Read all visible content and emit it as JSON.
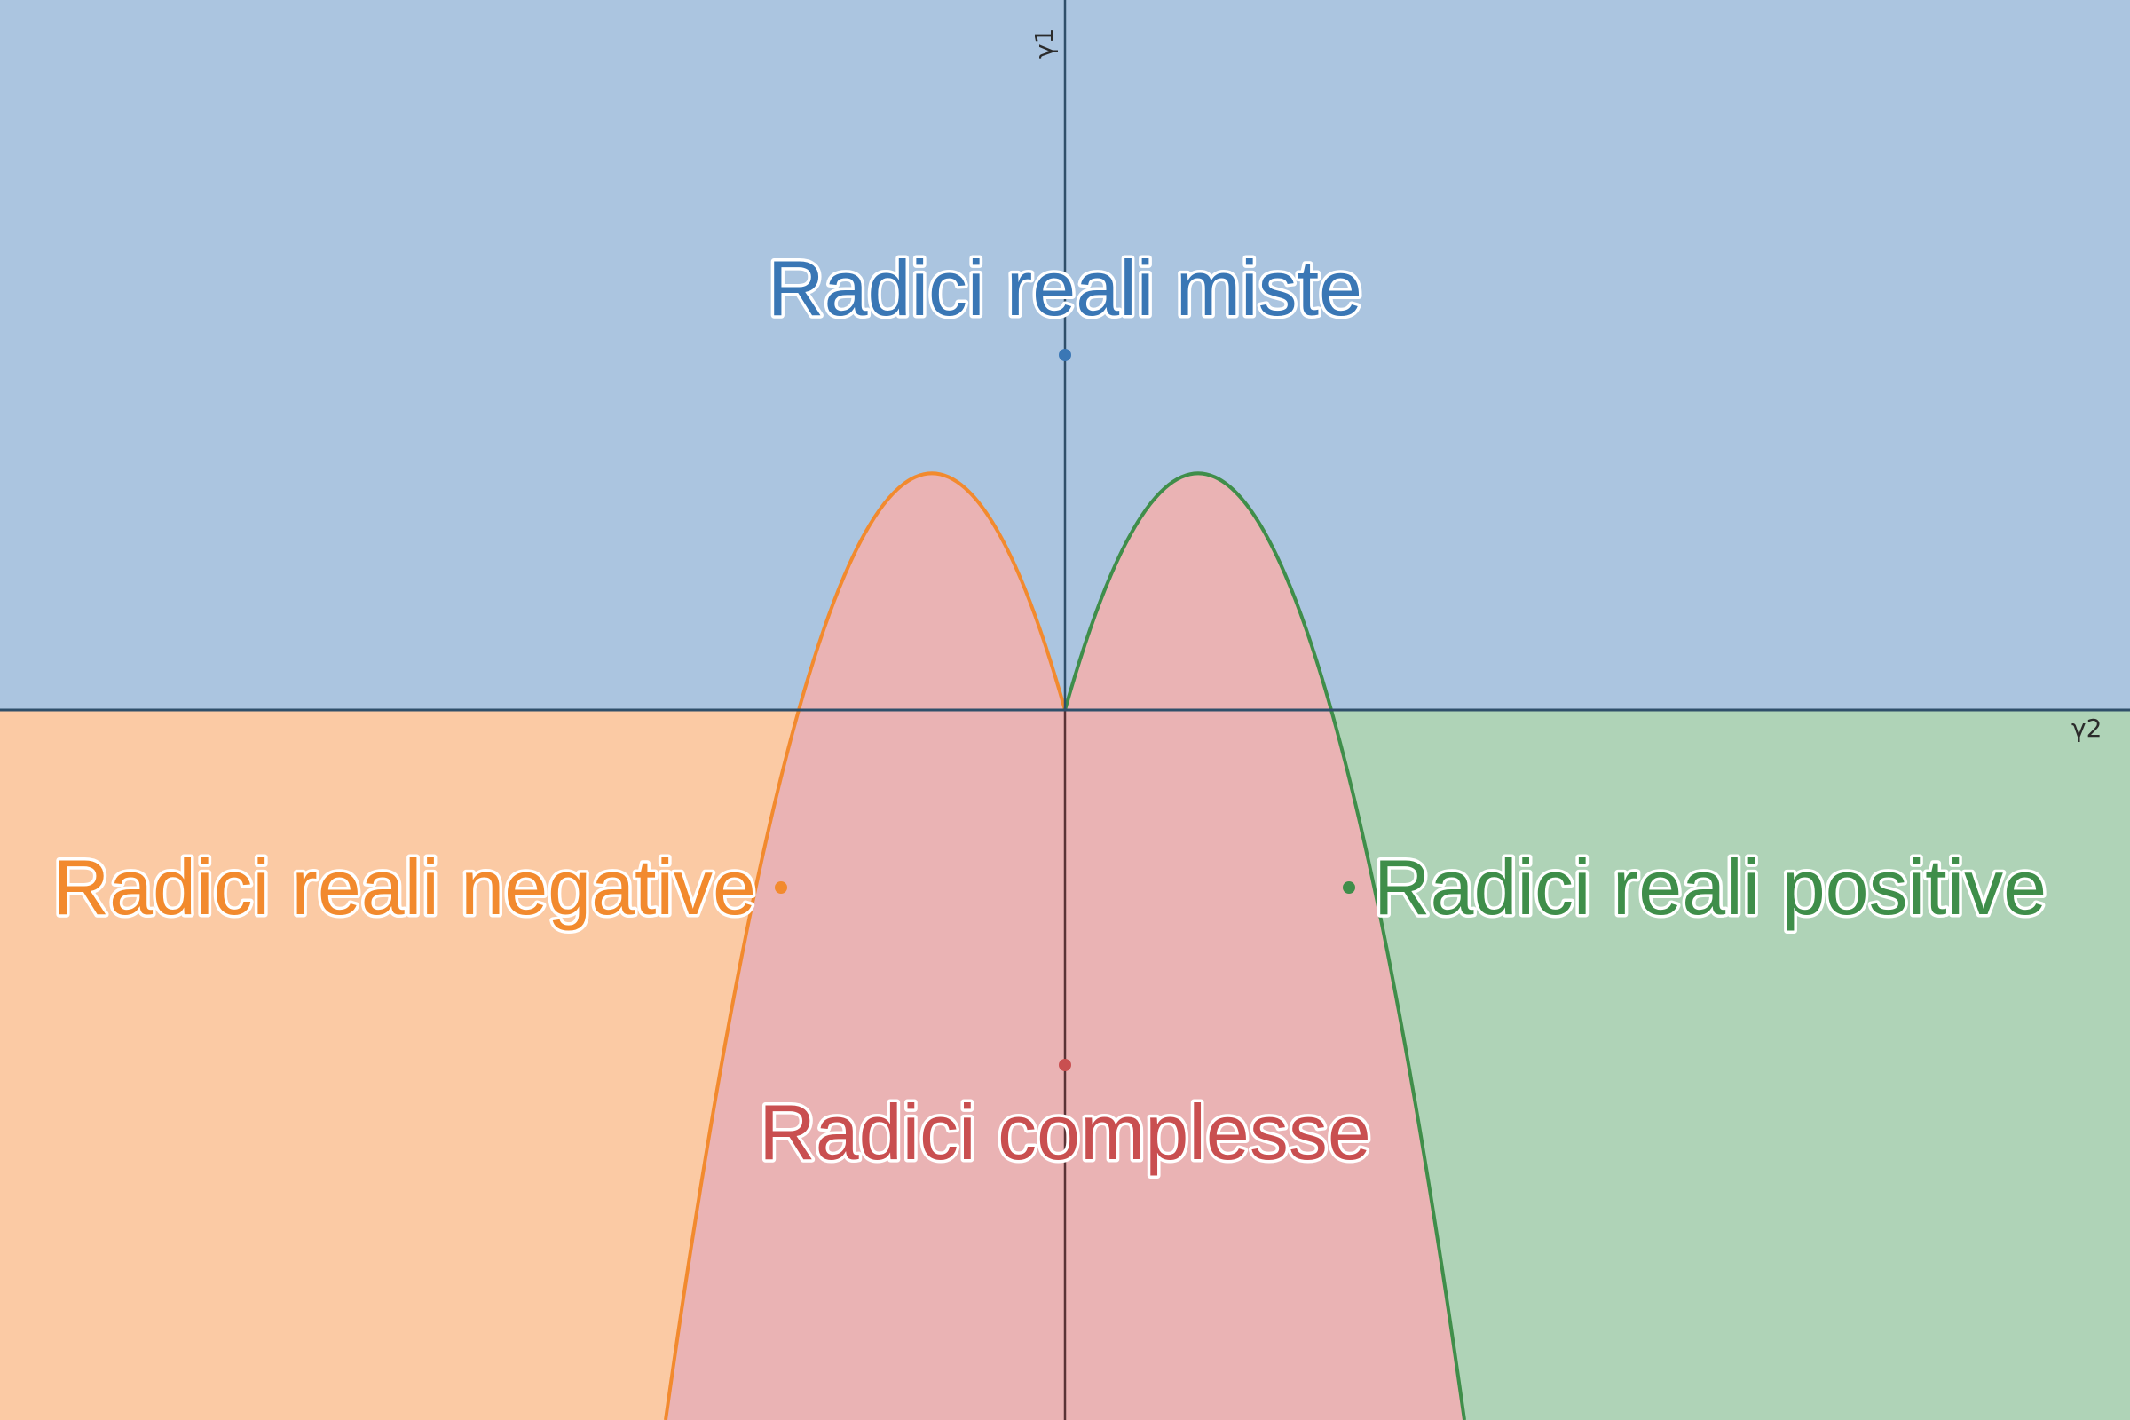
{
  "axes": {
    "x_label": "γ2",
    "y_label": "γ1"
  },
  "regions": [
    {
      "id": "mixed",
      "label": "Radici reali miste",
      "color": "#3a77b5",
      "fill": "#abc5e0"
    },
    {
      "id": "negative",
      "label": "Radici reali negative",
      "color": "#f28a2e",
      "fill": "#fbcaa4"
    },
    {
      "id": "positive",
      "label": "Radici reali positive",
      "color": "#3f8e4a",
      "fill": "#afd3b7"
    },
    {
      "id": "complex",
      "label": "Radici complesse",
      "color": "#c94f50",
      "fill": "#eab3b4"
    }
  ],
  "colors": {
    "axis": "#2f4f6a",
    "y_axis_lower": "#5a3336"
  }
}
